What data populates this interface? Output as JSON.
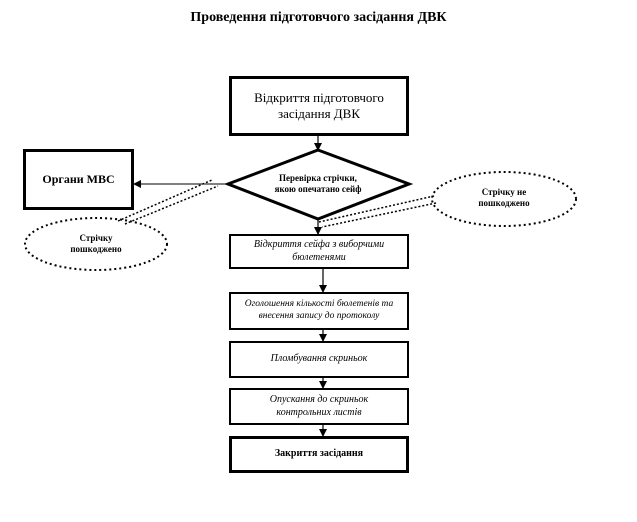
{
  "title": "Проведення підготовчого засідання ДВК",
  "nodes": {
    "start": "Відкриття підготовчого засідання ДВК",
    "check_seal": "Перевірка стрічки, якою опечатано сейф",
    "mvs": "Органи МВС",
    "tape_damaged": "Стрічку пошкоджено",
    "tape_not_damaged": "Стрічку не пошкоджено",
    "open_safe": "Відкриття сейфа з виборчими бюлетенями",
    "announce_count": "Оголошення кількості бюлетенів та внесення запису до протоколу",
    "seal_boxes": "Пломбування скриньок",
    "control_sheets": "Опускання до скриньок контрольних листів",
    "close": "Закриття засідання"
  }
}
